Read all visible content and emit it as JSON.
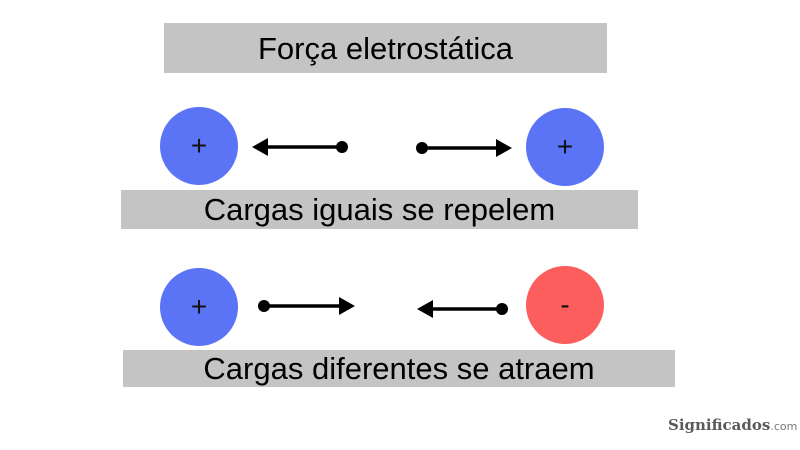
{
  "title": "Força eletrostática",
  "repel_section": {
    "caption": "Cargas iguais se repelem",
    "left_charge": {
      "sign": "+",
      "color": "#5a74f5"
    },
    "right_charge": {
      "sign": "+",
      "color": "#5a74f5"
    }
  },
  "attract_section": {
    "caption": "Cargas diferentes se atraem",
    "left_charge": {
      "sign": "+",
      "color": "#5a74f5"
    },
    "right_charge": {
      "sign": "-",
      "color": "#fc5e5e"
    }
  },
  "colors": {
    "banner": "#c4c4c4",
    "arrow": "#000000"
  },
  "watermark": {
    "brand": "Significados",
    "tld": ".com"
  }
}
